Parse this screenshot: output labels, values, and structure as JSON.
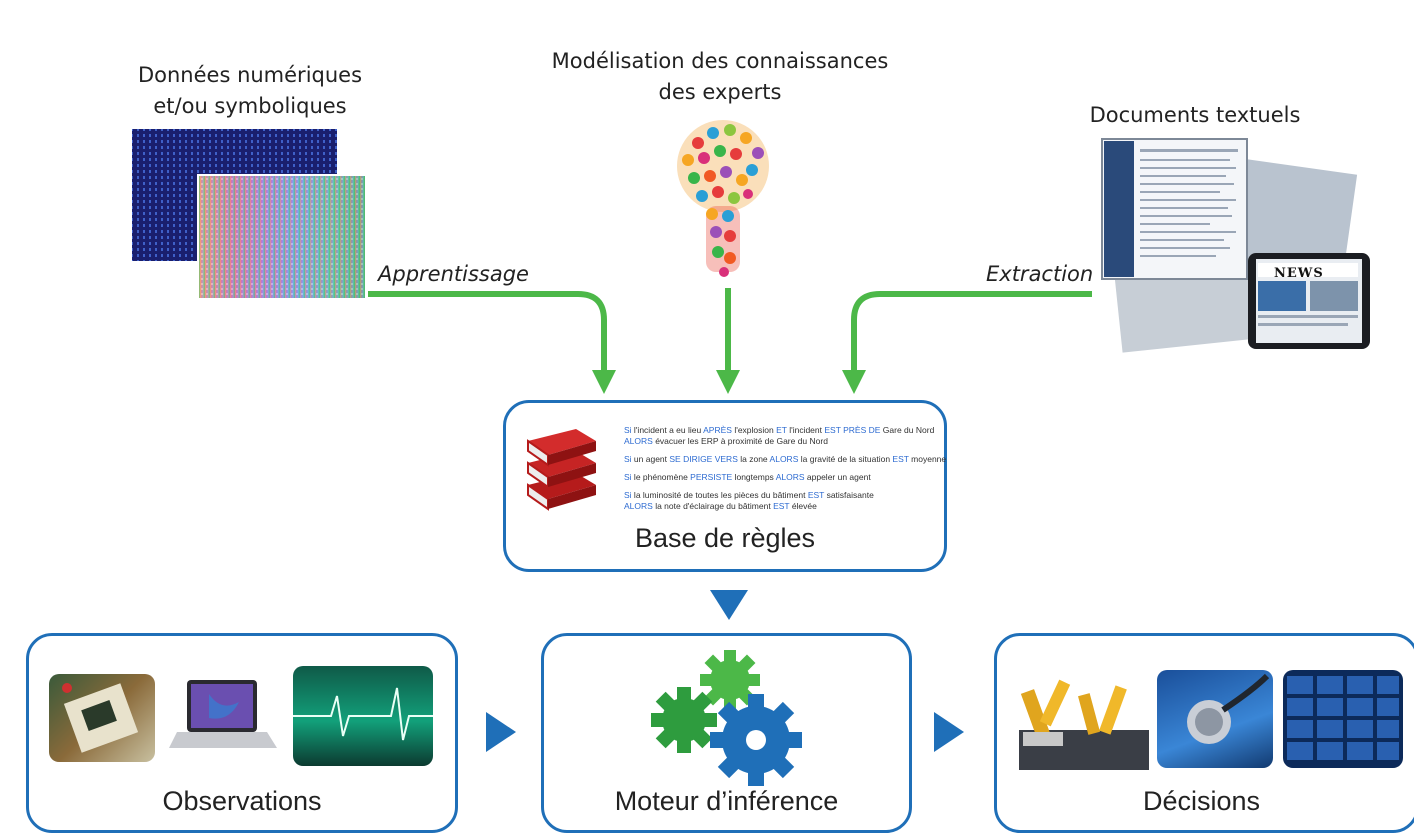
{
  "sources": {
    "data_label": [
      "Données numériques",
      "et/ou symboliques"
    ],
    "experts_label": [
      "Modélisation des connaissances",
      "des experts"
    ],
    "docs_label": "Documents textuels",
    "news_word": "NEWS"
  },
  "flows": {
    "learning": "Apprentissage",
    "extraction": "Extraction"
  },
  "rule_base": {
    "title": "Base de règles",
    "rules": [
      {
        "parts": [
          [
            "kw",
            "Si"
          ],
          [
            "t",
            " l'incident a eu lieu "
          ],
          [
            "kw",
            "APRÈS"
          ],
          [
            "t",
            " l'explosion "
          ],
          [
            "kw",
            "ET"
          ],
          [
            "t",
            " l'incident "
          ],
          [
            "kw",
            "EST PRÈS DE"
          ],
          [
            "t",
            " Gare du Nord"
          ]
        ]
      },
      {
        "parts": [
          [
            "kw",
            "ALORS"
          ],
          [
            "t",
            " évacuer les ERP à proximité de Gare du Nord"
          ]
        ]
      },
      {
        "parts": [
          [
            "kw",
            "Si"
          ],
          [
            "t",
            " un agent "
          ],
          [
            "kw",
            "SE DIRIGE VERS"
          ],
          [
            "t",
            " la zone "
          ],
          [
            "kw",
            "ALORS"
          ],
          [
            "t",
            " la gravité de la situation "
          ],
          [
            "kw",
            "EST"
          ],
          [
            "t",
            " moyenne"
          ]
        ]
      },
      {
        "parts": [
          [
            "kw",
            "Si"
          ],
          [
            "t",
            " le phénomène "
          ],
          [
            "kw",
            "PERSISTE"
          ],
          [
            "t",
            " longtemps "
          ],
          [
            "kw",
            "ALORS"
          ],
          [
            "t",
            " appeler un agent"
          ]
        ]
      },
      {
        "parts": [
          [
            "kw",
            "Si"
          ],
          [
            "t",
            " la luminosité de toutes les pièces du bâtiment "
          ],
          [
            "kw",
            "EST"
          ],
          [
            "t",
            " satisfaisante"
          ]
        ]
      },
      {
        "parts": [
          [
            "kw",
            "ALORS"
          ],
          [
            "t",
            " la note d'éclairage du bâtiment "
          ],
          [
            "kw",
            "EST"
          ],
          [
            "t",
            " élevée"
          ]
        ]
      }
    ]
  },
  "pipeline": {
    "observations": "Observations",
    "engine": "Moteur d’inférence",
    "decisions": "Décisions"
  },
  "colors": {
    "box_border": "#1f6fb8",
    "arrow_green": "#4cb848",
    "triangle_blue": "#1f6fb8",
    "keyword_blue": "#2d6bd1"
  }
}
